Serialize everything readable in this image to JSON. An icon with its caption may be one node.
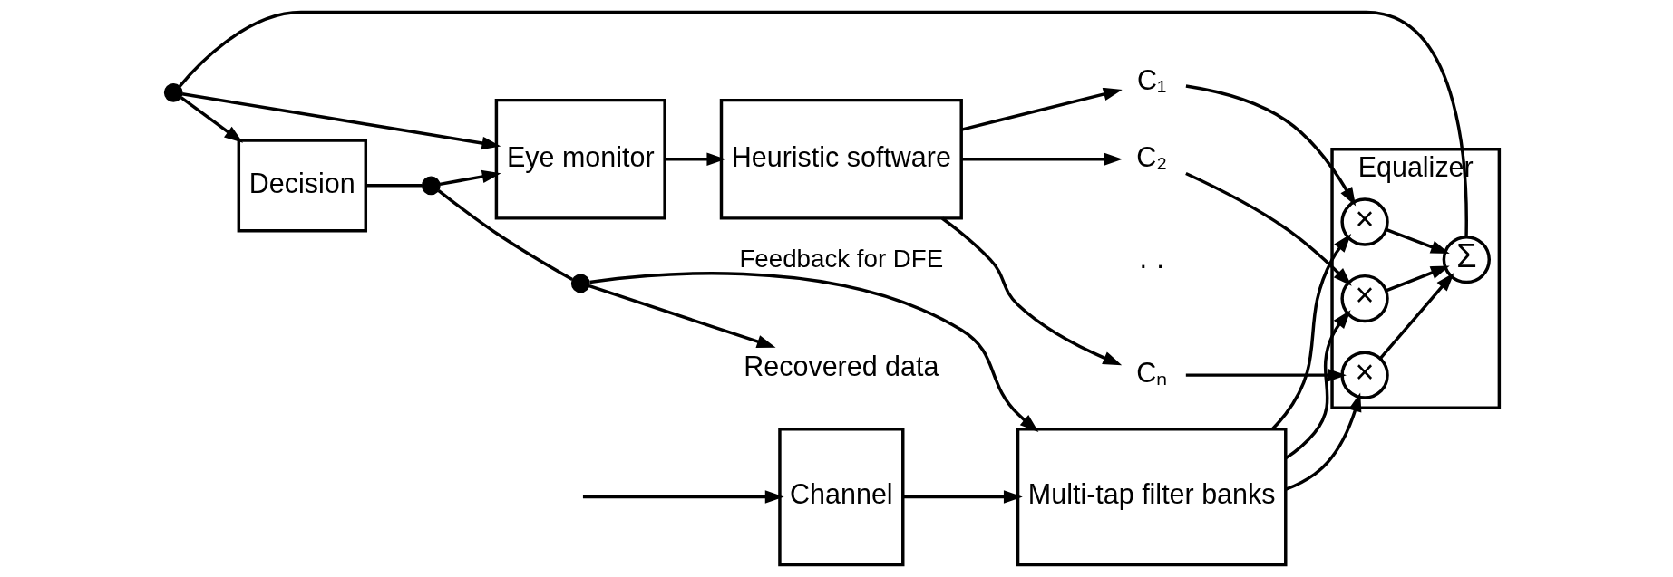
{
  "diagram": {
    "nodes": [
      {
        "text": [
          "Channel"
        ]
      },
      {
        "text": [
          "Multi-tap filter banks"
        ]
      },
      {
        "text": [
          "Equalizer"
        ]
      },
      {
        "text": [
          "×"
        ],
        "in": 2
      },
      {
        "text": [
          "×"
        ],
        "in": 2
      },
      {
        "text": [
          "×"
        ],
        "in": 2
      },
      {
        "text": [
          "Σ"
        ],
        "in": 2
      },
      {
        "text": [
          "Decision"
        ]
      },
      {
        "text": [],
        "shape": "circle"
      },
      {
        "text": [],
        "shape": "circle"
      },
      {
        "text": [],
        "shape": "circle"
      },
      {
        "text": [
          "Recovered data"
        ]
      },
      {
        "text": [
          "C₁"
        ]
      },
      {
        "text": [
          "C₂"
        ]
      },
      {
        "text": [
          "Cₙ"
        ]
      },
      {
        "text": [
          "Heuristic software"
        ]
      },
      {
        "text": [
          "Eye monitor"
        ]
      }
    ],
    "edges": [
      {
        "from": null,
        "to": 0,
        "arrow": "to"
      },
      {
        "from": 0,
        "to": 1,
        "arrow": "to"
      },
      {
        "from": 1,
        "to": 3,
        "arrow": "to"
      },
      {
        "from": 1,
        "to": 4,
        "arrow": "to"
      },
      {
        "from": 1,
        "to": 5,
        "arrow": "to"
      },
      {
        "from": 3,
        "to": 6,
        "arrow": "to"
      },
      {
        "from": 4,
        "to": 6,
        "arrow": "to"
      },
      {
        "from": 5,
        "to": 6,
        "arrow": "to"
      },
      {
        "from": 6,
        "to": 8,
        "arrow": "none"
      },
      {
        "from": 8,
        "to": 7,
        "arrow": "to"
      },
      {
        "from": 7,
        "to": 9,
        "arrow": "none"
      },
      {
        "from": 9,
        "to": 10,
        "arrow": "none"
      },
      {
        "from": 10,
        "to": 11,
        "arrow": "to"
      },
      {
        "from": 10,
        "to": 1,
        "arrow": "to",
        "label": "Feedback for DFE"
      },
      {
        "from": 8,
        "to": 16,
        "arrow": "to"
      },
      {
        "from": 9,
        "to": 16,
        "arrow": "to"
      },
      {
        "from": 16,
        "to": 15,
        "arrow": "to"
      },
      {
        "from": 15,
        "to": 12,
        "arrow": "to"
      },
      {
        "from": 15,
        "to": 13,
        "arrow": "to"
      },
      {
        "from": 15,
        "to": 14,
        "arrow": "to"
      },
      {
        "from": 12,
        "to": 3,
        "arrow": "to"
      },
      {
        "from": 13,
        "to": 4,
        "arrow": "to"
      },
      {
        "from": 14,
        "to": 5,
        "arrow": "to"
      }
    ],
    "labels": [
      "· ·"
    ]
  }
}
